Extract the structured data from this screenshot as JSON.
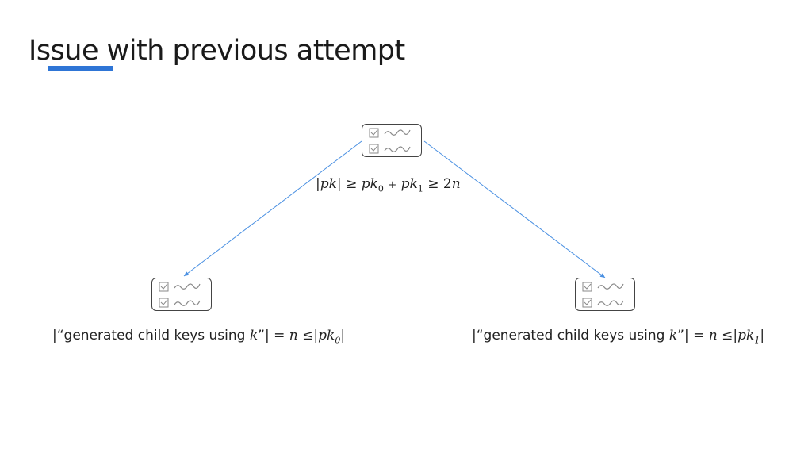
{
  "slide": {
    "title": "Issue with previous attempt"
  },
  "diagram": {
    "root_label": {
      "bar_open": "|",
      "pk": "pk",
      "bar_close": "|",
      "geq1": "≥",
      "pk0": "pk",
      "sub0": "0",
      "plus": "+",
      "pk1": "pk",
      "sub1": "1",
      "geq2": "≥",
      "two": "2",
      "n": "n"
    },
    "left_label": {
      "open": "|“generated child keys using ",
      "k": "k",
      "close": "”|",
      "eq": "=",
      "n": "n",
      "leq": "≤|",
      "pk": "pk",
      "sub": "0",
      "end": "|"
    },
    "right_label": {
      "open": "|“generated child keys using ",
      "k": "k",
      "close": "”|",
      "eq": "=",
      "n": "n",
      "leq": "≤|",
      "pk": "pk",
      "sub": "1",
      "end": "|"
    }
  },
  "colors": {
    "accent": "#2e75d6",
    "edge": "#4a90e2",
    "node_border": "#444444",
    "icon": "#8a8a8a"
  },
  "icons": [
    "checklist-icon"
  ]
}
